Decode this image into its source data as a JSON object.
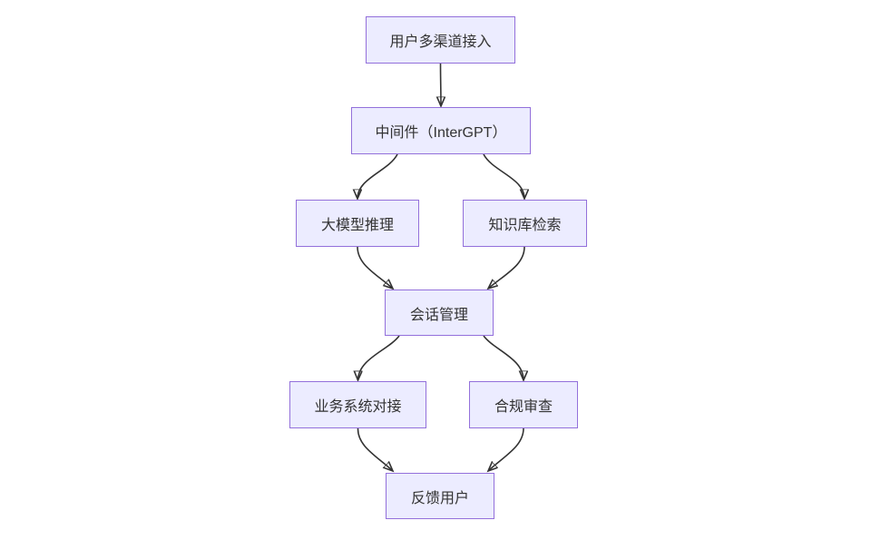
{
  "diagram": {
    "type": "flowchart",
    "direction": "top-down",
    "colors": {
      "node_fill": "#ECECFF",
      "node_border": "#9370DB",
      "edge_stroke": "#333333",
      "arrowhead": "#333333",
      "text": "#333333",
      "background": "#ffffff"
    },
    "nodes": [
      {
        "id": "A",
        "label": "用户多渠道接入"
      },
      {
        "id": "B",
        "label": "中间件（InterGPT）"
      },
      {
        "id": "C",
        "label": "大模型推理"
      },
      {
        "id": "D",
        "label": "知识库检索"
      },
      {
        "id": "E",
        "label": "会话管理"
      },
      {
        "id": "F",
        "label": "业务系统对接"
      },
      {
        "id": "G",
        "label": "合规审查"
      },
      {
        "id": "H",
        "label": "反馈用户"
      }
    ],
    "edges": [
      {
        "from": "用户多渠道接入",
        "to": "中间件（InterGPT）"
      },
      {
        "from": "中间件（InterGPT）",
        "to": "大模型推理"
      },
      {
        "from": "中间件（InterGPT）",
        "to": "知识库检索"
      },
      {
        "from": "大模型推理",
        "to": "会话管理"
      },
      {
        "from": "知识库检索",
        "to": "会话管理"
      },
      {
        "from": "会话管理",
        "to": "业务系统对接"
      },
      {
        "from": "会话管理",
        "to": "合规审查"
      },
      {
        "from": "业务系统对接",
        "to": "反馈用户"
      },
      {
        "from": "合规审查",
        "to": "反馈用户"
      }
    ]
  }
}
